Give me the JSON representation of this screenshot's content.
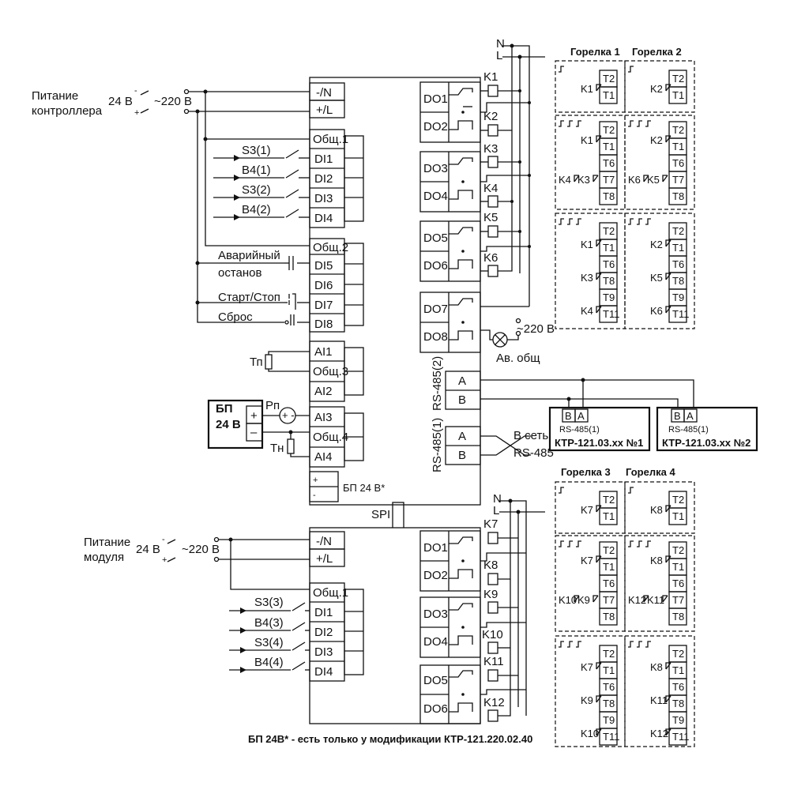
{
  "top": {
    "power_label_1": "Питание",
    "power_label_2": "контроллера",
    "v24": "24 В",
    "v220": "~220 В",
    "n": "N",
    "l": "L",
    "power_terms": [
      "-/N",
      "+/L"
    ],
    "common1": "Общ.1",
    "common2": "Общ.2",
    "common3": "Общ.3",
    "common4": "Общ.4",
    "di": [
      "DI1",
      "DI2",
      "DI3",
      "DI4",
      "DI5",
      "DI6",
      "DI7",
      "DI8"
    ],
    "ai": [
      "AI1",
      "AI2",
      "AI3",
      "AI4"
    ],
    "do": [
      "DO1",
      "DO2",
      "DO3",
      "DO4",
      "DO5",
      "DO6",
      "DO7",
      "DO8"
    ],
    "relays": [
      "K1",
      "K2",
      "K3",
      "K4",
      "K5",
      "K6"
    ],
    "switch_labels": [
      "S3(1)",
      "B4(1)",
      "S3(2)",
      "B4(2)"
    ],
    "emergency_1": "Аварийный",
    "emergency_2": "останов",
    "start_stop": "Старт/Стоп",
    "reset": "Сброс",
    "tp": "Тп",
    "tn": "Тн",
    "rp": "Рп",
    "psu_1": "БП",
    "psu_2": "24 В",
    "psu_plus": "+",
    "psu_minus": "–",
    "alarm_v": "~220 В",
    "alarm_label": "Ав. общ",
    "rs485_2": "RS-485(2)",
    "rs485_1": "RS-485(1)",
    "a": "A",
    "b": "B",
    "to_net_1": "В сеть",
    "to_net_2": "RS-485",
    "bp24": "БП 24 В*",
    "spi": "SPI"
  },
  "ktr": [
    {
      "bus": "RS-485(1)",
      "name": "КТР-121.03.хх №1",
      "b": "В",
      "a": "А"
    },
    {
      "bus": "RS-485(1)",
      "name": "КТР-121.03.хх №2",
      "b": "В",
      "a": "А"
    }
  ],
  "burners_top": {
    "titles": [
      "Горелка 1",
      "Горелка 2"
    ],
    "row1": {
      "mark": "Г₁",
      "left": [
        "K1"
      ],
      "right": [
        "K2"
      ],
      "terms": [
        "T2",
        "T1"
      ]
    },
    "row2": {
      "mark": "Г₁Г₂, Г",
      "left": [
        "K1",
        "K4",
        "K3"
      ],
      "right": [
        "K2",
        "K6",
        "K5"
      ],
      "terms": [
        "T2",
        "T1",
        "T6",
        "T7",
        "T8"
      ]
    },
    "row3": {
      "mark": "Г₁Г₂Г₃",
      "left": [
        "K1",
        "K3",
        "K4"
      ],
      "right": [
        "K2",
        "K5",
        "K6"
      ],
      "terms": [
        "T2",
        "T1",
        "T6",
        "T8",
        "T9",
        "T11"
      ]
    }
  },
  "bottom": {
    "power_label_1": "Питание",
    "power_label_2": "модуля",
    "v24": "24 В",
    "v220": "~220 В",
    "n": "N",
    "l": "L",
    "power_terms": [
      "-/N",
      "+/L"
    ],
    "common1": "Общ.1",
    "di": [
      "DI1",
      "DI2",
      "DI3",
      "DI4"
    ],
    "do": [
      "DO1",
      "DO2",
      "DO3",
      "DO4",
      "DO5",
      "DO6"
    ],
    "relays": [
      "K7",
      "K8",
      "K9",
      "K10",
      "K11",
      "K12"
    ],
    "switch_labels": [
      "S3(3)",
      "B4(3)",
      "S3(4)",
      "B4(4)"
    ]
  },
  "burners_bottom": {
    "titles": [
      "Горелка 3",
      "Горелка 4"
    ],
    "row1": {
      "left": [
        "K7"
      ],
      "right": [
        "K8"
      ]
    },
    "row2": {
      "left": [
        "K7",
        "K10",
        "K9"
      ],
      "right": [
        "K8",
        "K12",
        "K11"
      ]
    },
    "row3": {
      "left": [
        "K7",
        "K9",
        "K10"
      ],
      "right": [
        "K8",
        "K11",
        "K12"
      ]
    }
  },
  "footnote": "БП 24В* - есть только у модификации КТР-121.220.02.40"
}
